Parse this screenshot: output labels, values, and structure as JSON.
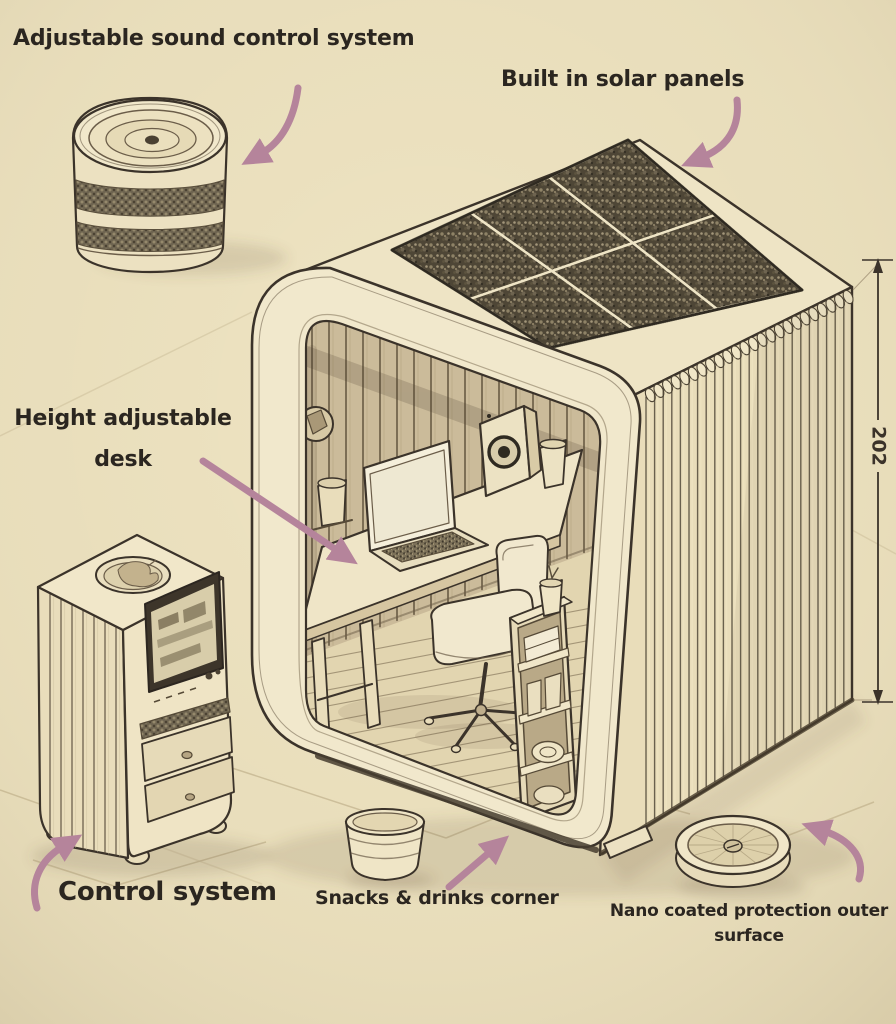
{
  "scene": {
    "description": "Hand-drawn concept diagram of a solar powered office pod with annotated features",
    "palette": {
      "background": "#e8ddba",
      "ink": "#3b332a",
      "text": "#2b2620",
      "arrow": "#b5849b",
      "pod_cream": "#f0e7cb",
      "solar_dark": "#4e4636",
      "wood_wall": "#cbbb9a"
    }
  },
  "annotations": {
    "sound_system": {
      "text": "Adjustable sound control system"
    },
    "solar": {
      "text": "Built in solar panels"
    },
    "desk": {
      "line1": "Height adjustable",
      "line2": "desk"
    },
    "control": {
      "text": "Control system"
    },
    "snacks": {
      "text": "Snacks & drinks corner"
    },
    "nano": {
      "line1": "Nano coated protection outer",
      "line2": "surface"
    },
    "dimension": {
      "text": "202"
    }
  },
  "components": [
    "sound-control-cylinder",
    "solar-panel-array",
    "office-pod",
    "height-adjustable-desk",
    "laptop",
    "desk-speaker",
    "office-chair",
    "snack-shelf-unit",
    "control-tower",
    "drink-cup",
    "nano-coating-disc",
    "height-dimension-line"
  ]
}
